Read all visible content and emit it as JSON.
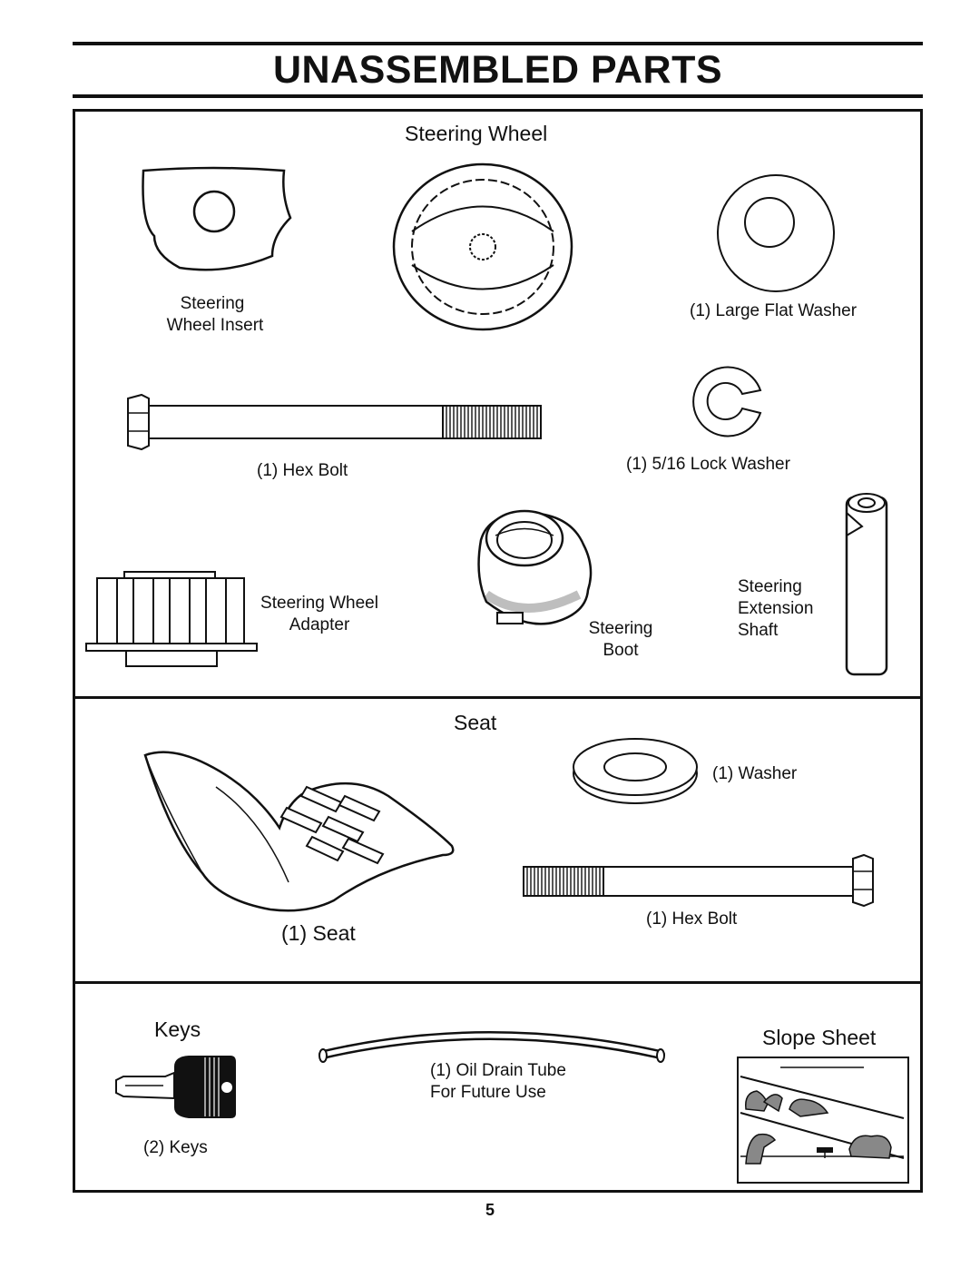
{
  "page": {
    "title": "UNASSEMBLED PARTS",
    "page_number": "5"
  },
  "steering_section": {
    "heading": "Steering Wheel",
    "insert_label_line1": "Steering",
    "insert_label_line2": "Wheel Insert",
    "flat_washer_label": "(1) Large Flat Washer",
    "hex_bolt_label": "(1) Hex Bolt",
    "lock_washer_label": "(1) 5/16 Lock Washer",
    "adapter_label_line1": "Steering Wheel",
    "adapter_label_line2": "Adapter",
    "boot_label_line1": "Steering",
    "boot_label_line2": "Boot",
    "shaft_label_line1": "Steering",
    "shaft_label_line2": "Extension",
    "shaft_label_line3": "Shaft"
  },
  "seat_section": {
    "heading": "Seat",
    "seat_label": "(1) Seat",
    "washer_label": "(1) Washer",
    "hex_bolt_label": "(1) Hex Bolt"
  },
  "misc_section": {
    "keys_heading": "Keys",
    "keys_label": "(2) Keys",
    "tube_label_line1": "(1) Oil Drain Tube",
    "tube_label_line2": "For Future Use",
    "slope_heading": "Slope Sheet"
  }
}
